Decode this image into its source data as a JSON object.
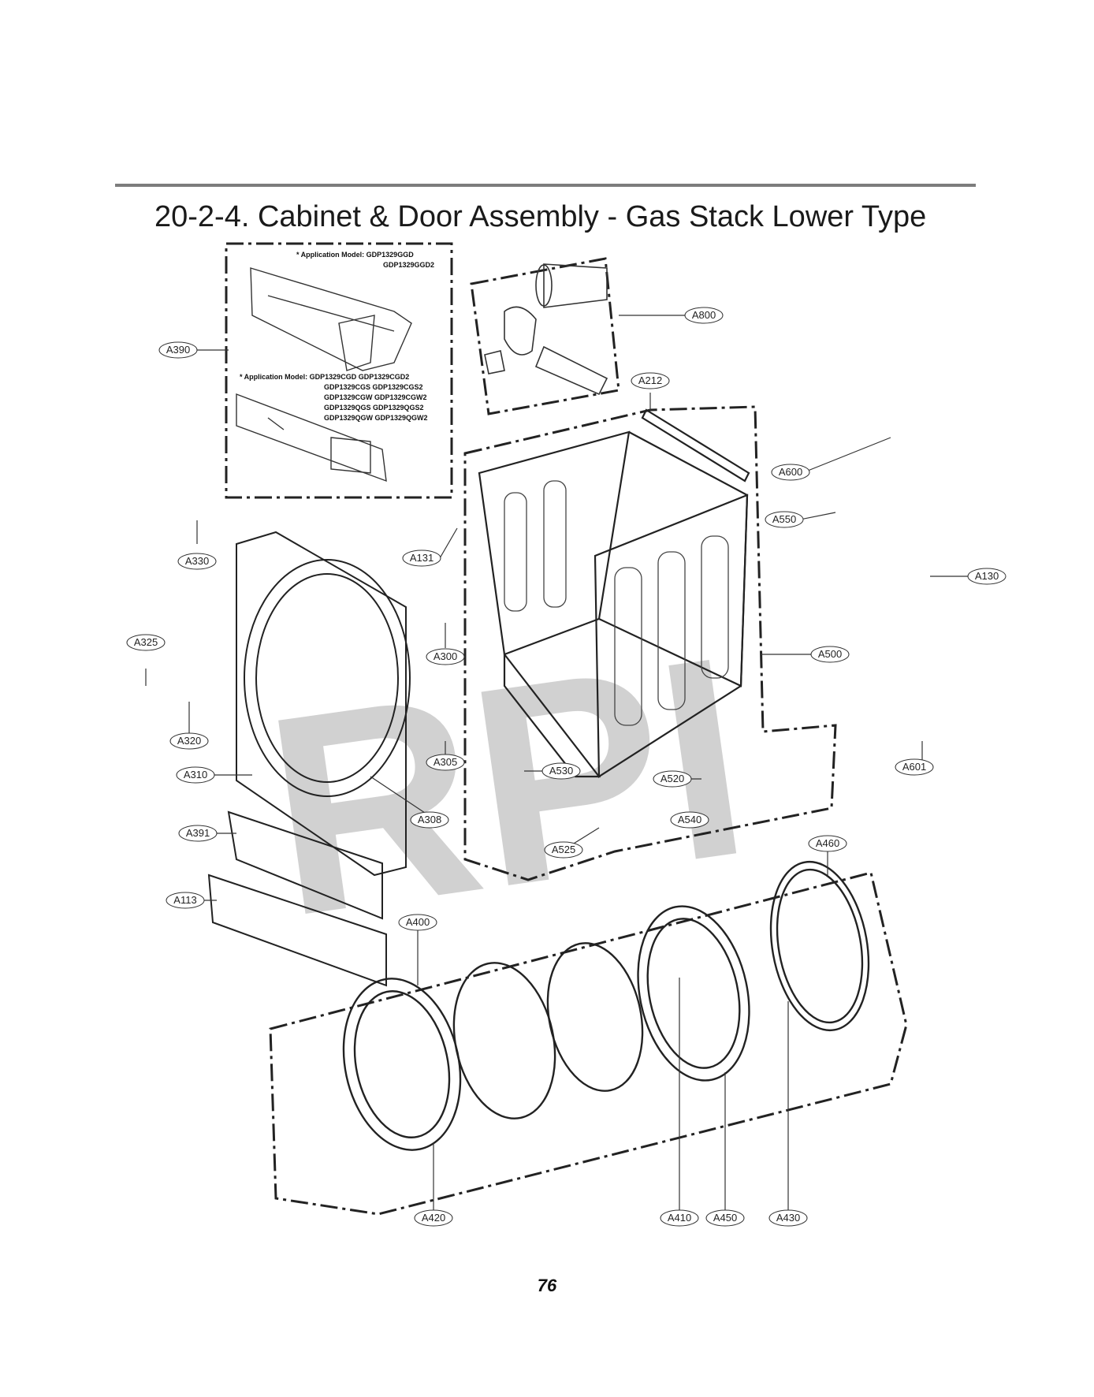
{
  "title": "20-2-4. Cabinet & Door Assembly - Gas Stack Lower Type",
  "page_number": "76",
  "watermark": "RPI",
  "notes": {
    "note1": {
      "line1": "* Application Model: GDP1329GGD",
      "line2": "GDP1329GGD2"
    },
    "note2": {
      "line1": "* Application Model: GDP1329CGD  GDP1329CGD2",
      "line2": "GDP1329CGS  GDP1329CGS2",
      "line3": "GDP1329CGW  GDP1329CGW2",
      "line4": "GDP1329QGS  GDP1329QGS2",
      "line5": "GDP1329QGW  GDP1329QGW2"
    }
  },
  "labels": {
    "A390": "A390",
    "A800": "A800",
    "A212": "A212",
    "A600": "A600",
    "A550": "A550",
    "A130": "A130",
    "A330": "A330",
    "A131": "A131",
    "A300": "A300",
    "A325": "A325",
    "A500": "A500",
    "A320": "A320",
    "A305": "A305",
    "A310": "A310",
    "A530": "A530",
    "A520": "A520",
    "A601": "A601",
    "A308": "A308",
    "A540": "A540",
    "A391": "A391",
    "A525": "A525",
    "A460": "A460",
    "A113": "A113",
    "A400": "A400",
    "A420": "A420",
    "A410": "A410",
    "A450": "A450",
    "A430": "A430"
  }
}
